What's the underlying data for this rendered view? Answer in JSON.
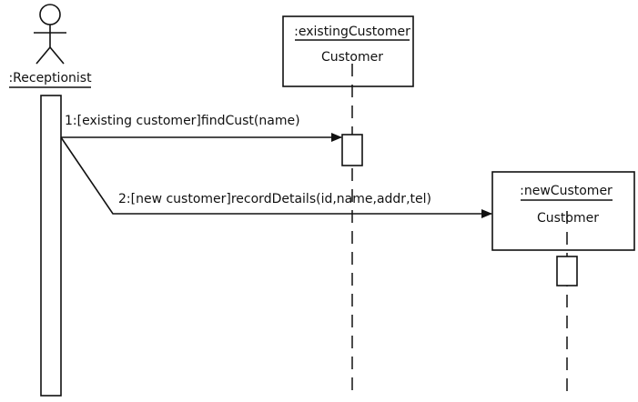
{
  "actor": {
    "label": ":Receptionist"
  },
  "objects": {
    "existing": {
      "name": ":existingCustomer",
      "class": "Customer"
    },
    "new": {
      "name": ":newCustomer",
      "class": "Customer"
    }
  },
  "messages": {
    "m1": "1:[existing customer]findCust(name)",
    "m2": "2:[new customer]recordDetails(id,name,addr,tel)"
  },
  "colors": {
    "ink": "#111111",
    "background": "#ffffff"
  }
}
